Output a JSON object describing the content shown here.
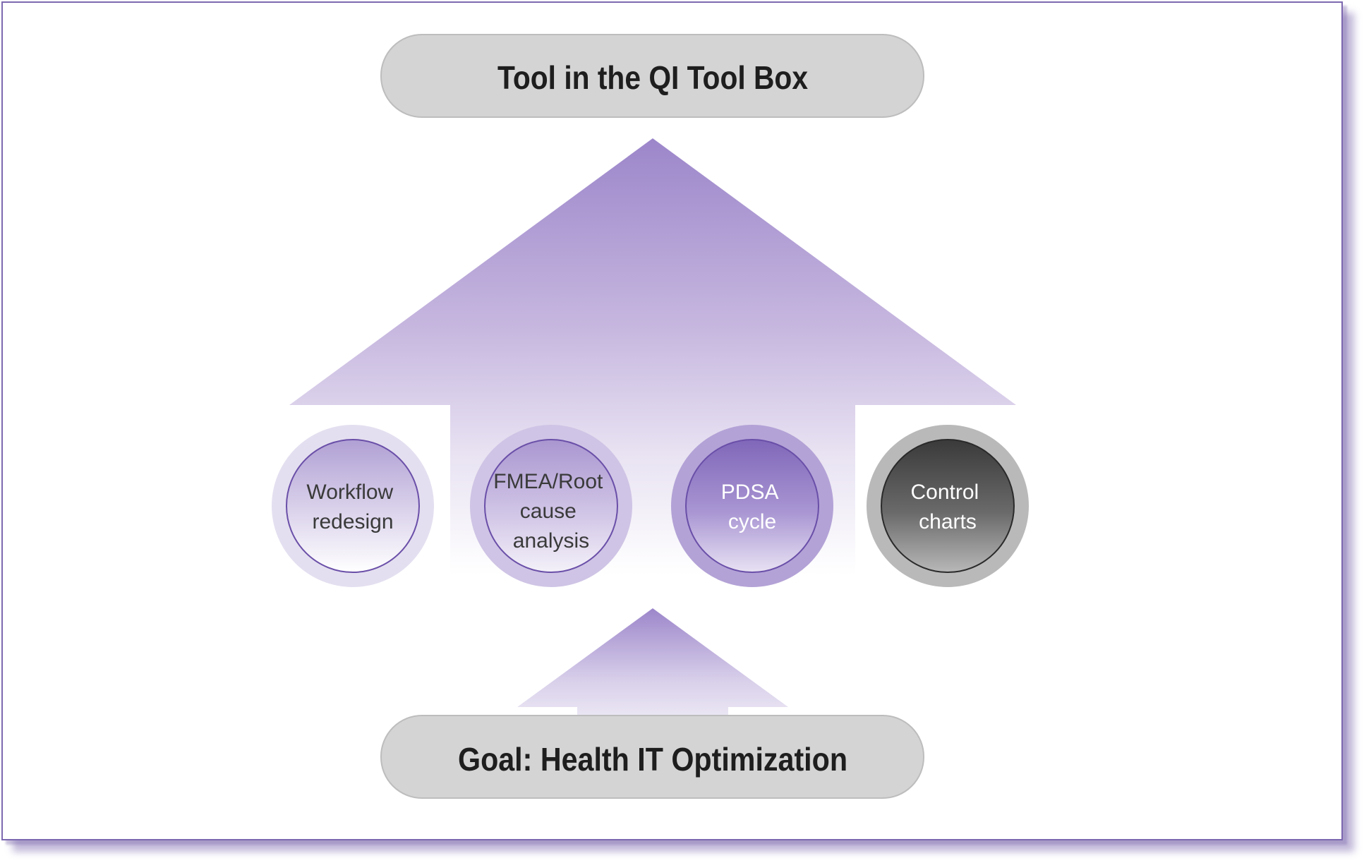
{
  "top_box": {
    "text": "Tool in the QI Tool Box"
  },
  "bottom_box": {
    "text": "Goal: Health IT Optimization"
  },
  "tools": [
    {
      "lines": [
        "Workflow",
        "redesign"
      ],
      "style": "light"
    },
    {
      "lines": [
        "FMEA/Root",
        "cause",
        "analysis"
      ],
      "style": "medium"
    },
    {
      "lines": [
        "PDSA",
        "cycle"
      ],
      "style": "dark"
    },
    {
      "lines": [
        "Control",
        "charts"
      ],
      "style": "gray"
    }
  ],
  "colors": {
    "border": "#7c68b0",
    "arrow_top": "#9e88cc",
    "box_fill": "#d4d4d4",
    "box_stroke": "#bdbdbd",
    "circle_ring_stroke": "#6a4fa8"
  }
}
